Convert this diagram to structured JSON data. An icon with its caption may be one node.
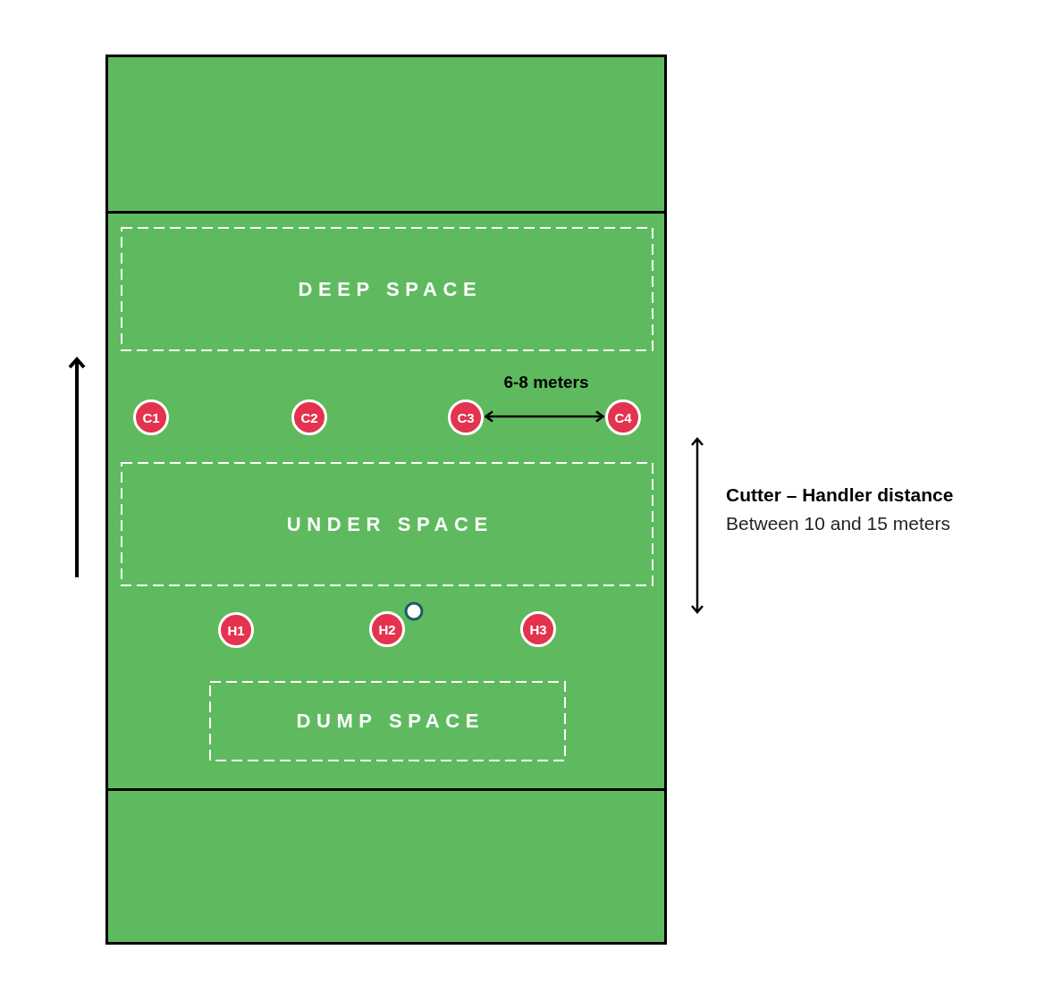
{
  "diagram": {
    "nodes": [
      {
        "text": [],
        "shape": "box"
      },
      {
        "text": [
          "DEEP SPACE"
        ],
        "in": 0
      },
      {
        "text": [
          "C1"
        ],
        "in": 0
      },
      {
        "text": [
          "C2"
        ],
        "in": 0
      },
      {
        "text": [
          "C3"
        ],
        "in": 0
      },
      {
        "text": [
          "C4"
        ],
        "in": 0
      },
      {
        "text": [
          "UNDER SPACE"
        ],
        "in": 0
      },
      {
        "text": [
          "H1"
        ],
        "in": 0
      },
      {
        "text": [
          "H2"
        ],
        "in": 0
      },
      {
        "text": [
          "H3"
        ],
        "in": 0
      },
      {
        "text": [
          "DUMP SPACE"
        ],
        "in": 0
      }
    ],
    "edges": [
      {
        "from": 4,
        "to": 5,
        "label": "6-8 meters",
        "arrow": "both"
      }
    ],
    "labels": [
      "Cutter – Handler distance",
      "Between 10 and 15 meters"
    ]
  }
}
